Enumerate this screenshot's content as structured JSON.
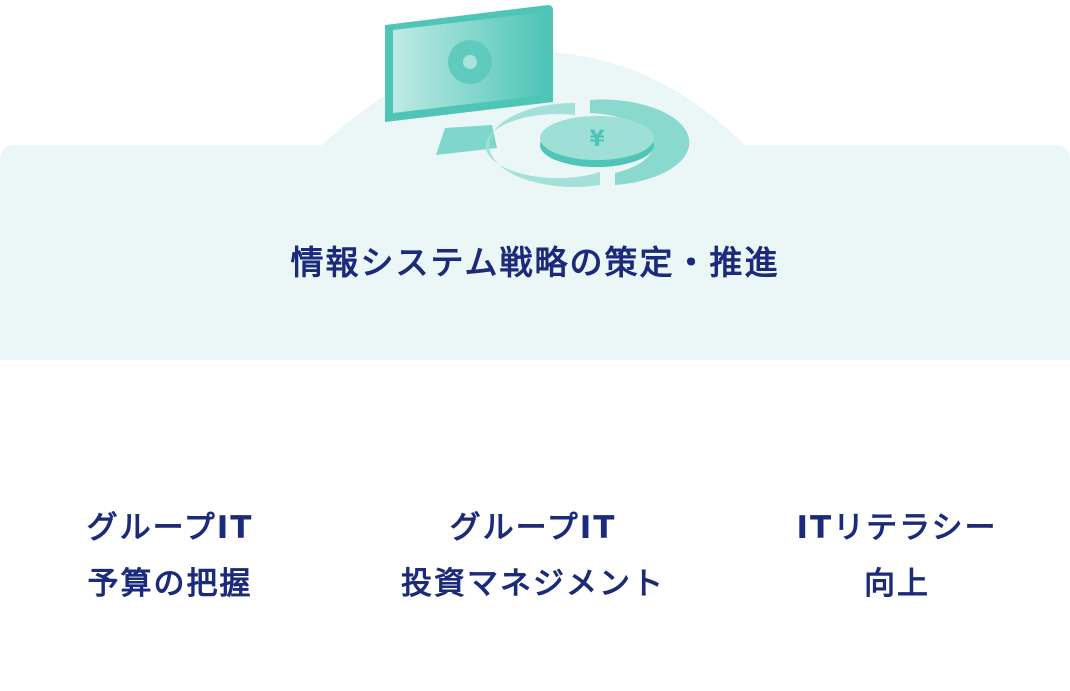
{
  "colors": {
    "panel": "#ebf7f6",
    "accent": "#4fc5b8",
    "text": "#1b2a7a"
  },
  "illustration": {
    "icons": [
      "monitor-gear-icon",
      "yen-coin-cycle-icon"
    ]
  },
  "title": "情報システム戦略の策定・推進",
  "items": [
    {
      "line1": "グループIT",
      "line2": "予算の把握"
    },
    {
      "line1": "グループIT",
      "line2": "投資マネジメント"
    },
    {
      "line1": "ITリテラシー",
      "line2": "向上"
    }
  ]
}
